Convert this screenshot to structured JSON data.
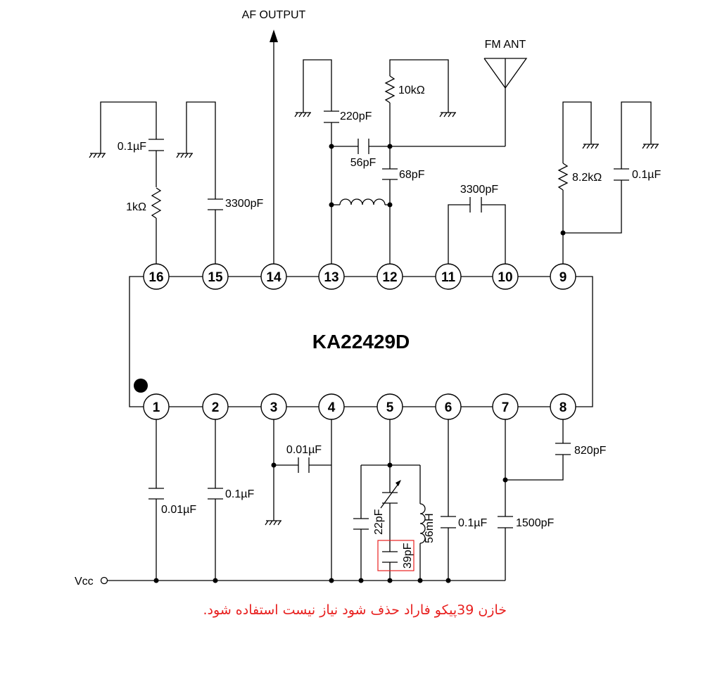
{
  "chip": {
    "name": "KA22429D"
  },
  "pins_top": [
    "16",
    "15",
    "14",
    "13",
    "12",
    "11",
    "10",
    "9"
  ],
  "pins_bottom": [
    "1",
    "2",
    "3",
    "4",
    "5",
    "6",
    "7",
    "8"
  ],
  "labels": {
    "af_output": "AF OUTPUT",
    "fm_ant": "FM ANT",
    "vcc": "Vcc",
    "c16": "0.1µF",
    "r16": "1kΩ",
    "c15": "3300pF",
    "c13": "220pF",
    "r12": "10kΩ",
    "c_56": "56pF",
    "c_68": "68pF",
    "c_11_10": "3300pF",
    "r9": "8.2kΩ",
    "c9": "0.1µF",
    "c1": "0.01µF",
    "c2": "0.1µF",
    "c3_4": "0.01µF",
    "c5_22": "22pF",
    "c5_39": "39pF",
    "l5": "56mH",
    "c6": "0.1µF",
    "c7": "1500pF",
    "c8": "820pF"
  },
  "note": "خازن 39پیکو فاراد حذف شود نیاز نیست استفاده شود.",
  "colors": {
    "line": "#000000",
    "note": "#e8201f",
    "highlight": "#e8201f"
  }
}
